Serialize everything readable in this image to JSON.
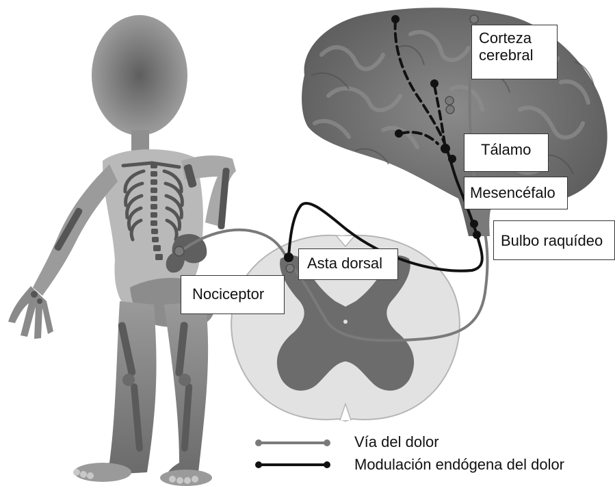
{
  "labels": {
    "corteza_line1": "Corteza",
    "corteza_line2": "cerebral",
    "talamo": "Tálamo",
    "mesencefalo": "Mesencéfalo",
    "bulbo": "Bulbo raquídeo",
    "asta_dorsal": "Asta dorsal",
    "nociceptor": "Nociceptor"
  },
  "legend": {
    "pain_pathway": "Vía del dolor",
    "endogenous_modulation": "Modulación endógena del dolor"
  },
  "colors": {
    "pain_pathway": "#7a7a7a",
    "endogenous_modulation": "#111111",
    "brain": "#6e6e6e",
    "figure": "#8a8a8a",
    "spinal_cord_outer": "#e2e2e2",
    "spinal_cord_gray_matter": "#6c6c6c"
  }
}
